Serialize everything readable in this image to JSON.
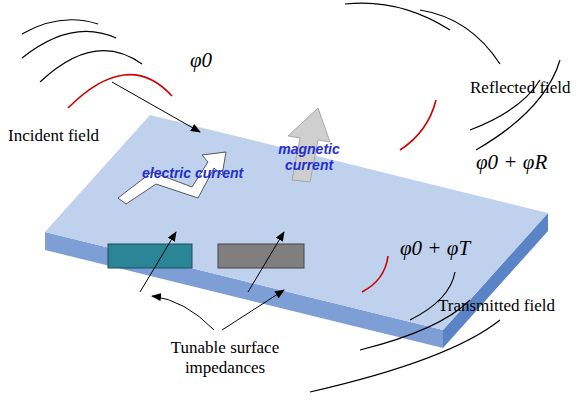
{
  "diagram": {
    "labels": [
      "φ0",
      "Incident field",
      "electric current",
      "magnetic current",
      "Reflected field",
      "φ0 + φR",
      "φ0 + φT",
      "Tunable surface impedances",
      "Transmitted field"
    ]
  }
}
